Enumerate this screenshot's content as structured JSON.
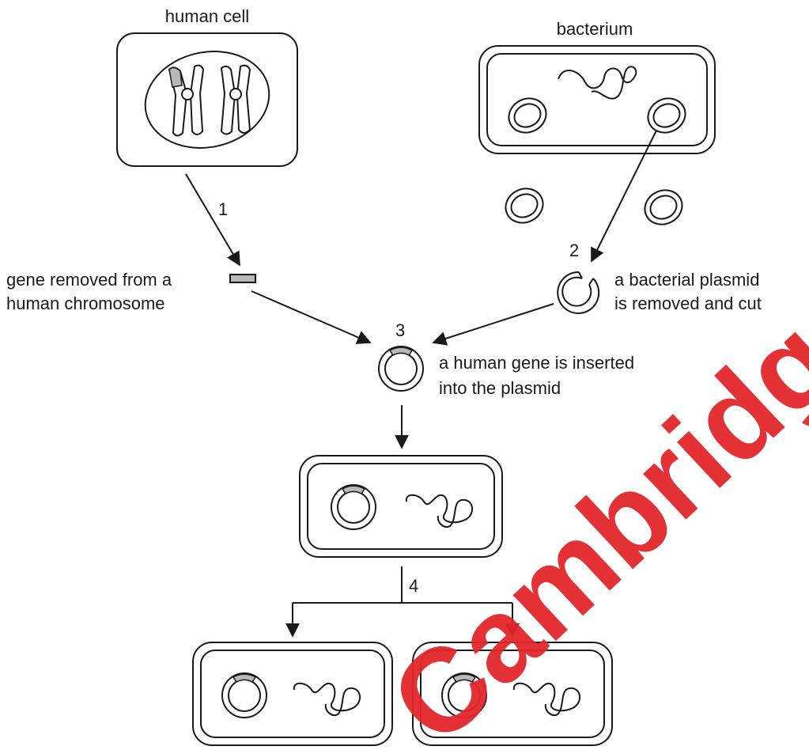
{
  "labels": {
    "human_cell": "human cell",
    "bacterium": "bacterium",
    "gene_removed_line1": "gene removed from a",
    "gene_removed_line2": "human chromosome",
    "plasmid_cut_line1": "a bacterial plasmid",
    "plasmid_cut_line2": "is removed and cut",
    "gene_inserted_line1": "a human gene is inserted",
    "gene_inserted_line2": "into the plasmid"
  },
  "steps": {
    "step1": "1",
    "step2": "2",
    "step3": "3",
    "step4": "4"
  },
  "watermark": {
    "text": "Cambridge",
    "color": "#e3262b"
  },
  "colors": {
    "ink": "#1a1a1a",
    "gene_fill": "#b9b9b9",
    "background": "#ffffff"
  }
}
